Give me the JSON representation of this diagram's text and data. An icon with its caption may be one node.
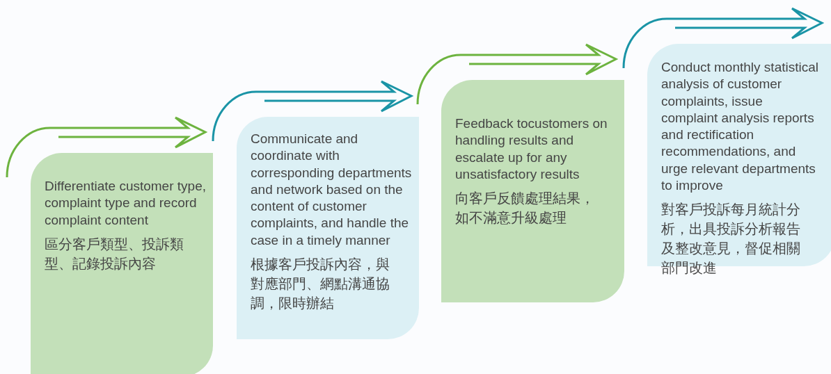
{
  "diagram": {
    "nodes": [
      {
        "text": [
          "Differentiate customer type, complaint type and record complaint content",
          "區分客戶類型、投訴類型、記錄投訴內容"
        ]
      },
      {
        "text": [
          "Communicate and coordinate with corresponding departments and network based on the content of customer complaints, and handle the case in a timely manner",
          "根據客戶投訴內容，與對應部門、網點溝通協調，限時辦結"
        ]
      },
      {
        "text": [
          "Feedback tocustomers on handling results and escalate up for any unsatisfactory results",
          "向客戶反饋處理結果，如不滿意升級處理"
        ]
      },
      {
        "text": [
          "Conduct monthly statistical analysis of customer complaints, issue complaint analysis reports and rectification recommendations, and urge relevant departments to improve",
          "對客戶投訴每月統計分析，出具投訴分析報告及整改意見，督促相關部門改進"
        ]
      }
    ]
  }
}
